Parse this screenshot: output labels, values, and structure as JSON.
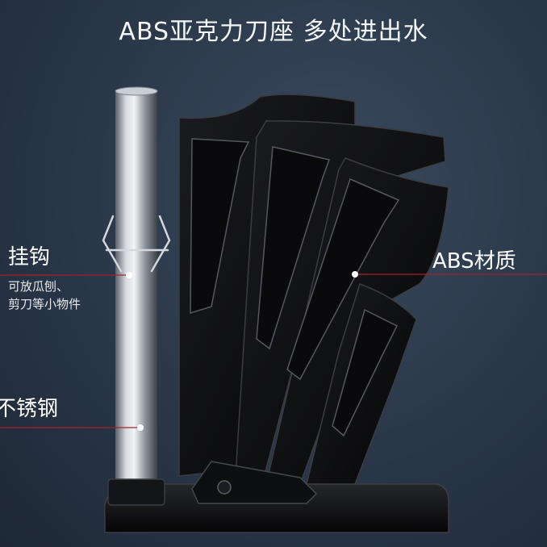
{
  "title": "ABS亚克力刀座 多处进出水",
  "callouts": {
    "hook": "挂钩",
    "hook_note_line1": "可放瓜刨、",
    "hook_note_line2": "剪刀等小物件",
    "material": "ABS材质",
    "steel": "不锈钢"
  },
  "colors": {
    "background": "#2c3a4c",
    "leader_line": "#a2232a",
    "holder_body": "#0d0d0f",
    "steel_rod": "#b9bec4"
  },
  "product": "knife-holder-photo"
}
